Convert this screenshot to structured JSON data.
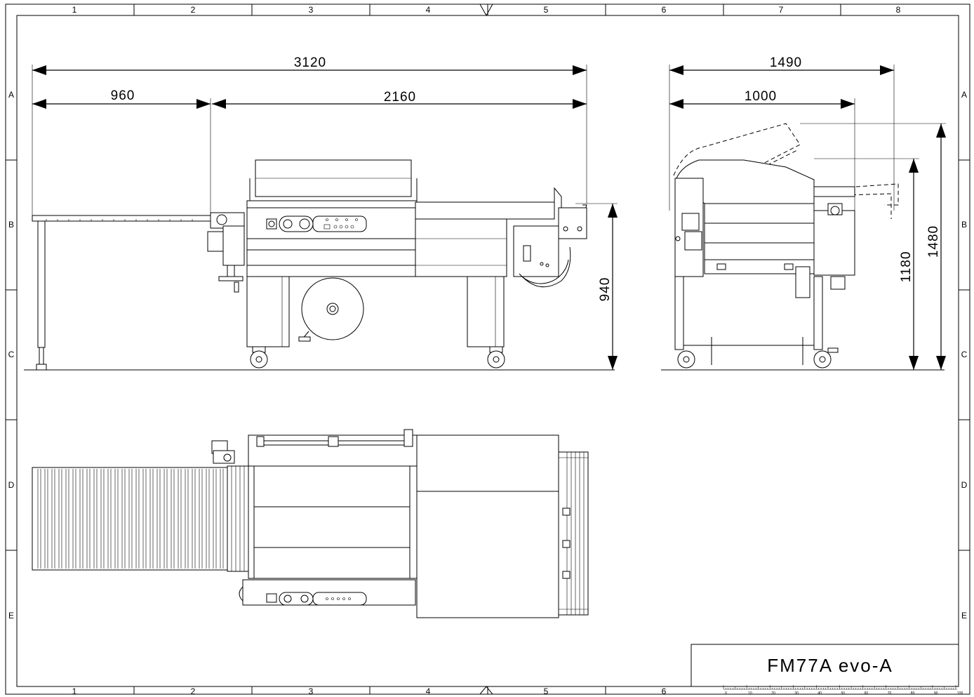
{
  "grid": {
    "columns": [
      "1",
      "2",
      "3",
      "4",
      "5",
      "6",
      "7",
      "8"
    ],
    "rows": [
      "A",
      "B",
      "C",
      "D",
      "E"
    ]
  },
  "dimensions": {
    "overall_length": "3120",
    "infeed_length": "960",
    "machine_length": "2160",
    "working_height": "940",
    "overall_depth": "1490",
    "machine_depth": "1000",
    "height_closed": "1180",
    "height_open": "1480"
  },
  "title_block": {
    "model": "FM77A evo-A"
  },
  "scale_bar": {
    "labels": [
      "0",
      "10",
      "20",
      "30",
      "40",
      "50",
      "60",
      "70",
      "80",
      "90",
      "100"
    ]
  }
}
